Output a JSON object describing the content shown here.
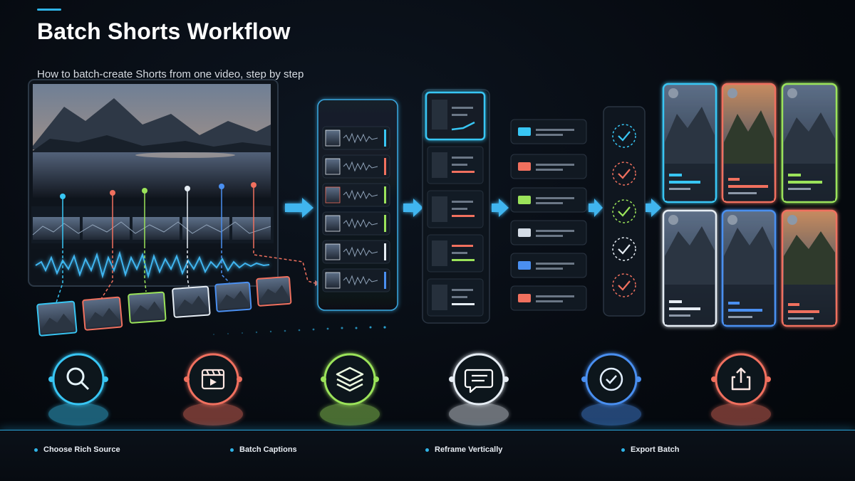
{
  "header": {
    "title": "Batch Shorts Workflow",
    "subtitle": "How to batch-create Shorts from one video, step by step"
  },
  "colors": {
    "cyan": "#38c6f4",
    "red": "#f0705e",
    "green": "#9be35a",
    "white": "#e6edf4",
    "blue": "#4a8ff0",
    "accent": "#2fb3e6"
  },
  "pipeline": {
    "stages": [
      {
        "icon": "magnifier-icon",
        "color": "cyan"
      },
      {
        "icon": "film-clapper-icon",
        "color": "red"
      },
      {
        "icon": "layers-icon",
        "color": "green"
      },
      {
        "icon": "chat-bubble-icon",
        "color": "white"
      },
      {
        "icon": "check-circle-icon",
        "color": "blue"
      },
      {
        "icon": "share-export-icon",
        "color": "red"
      }
    ]
  },
  "steps": [
    {
      "label": "Choose Rich Source"
    },
    {
      "label": "Batch Captions"
    },
    {
      "label": "Reframe Vertically"
    },
    {
      "label": "Export Batch"
    }
  ]
}
